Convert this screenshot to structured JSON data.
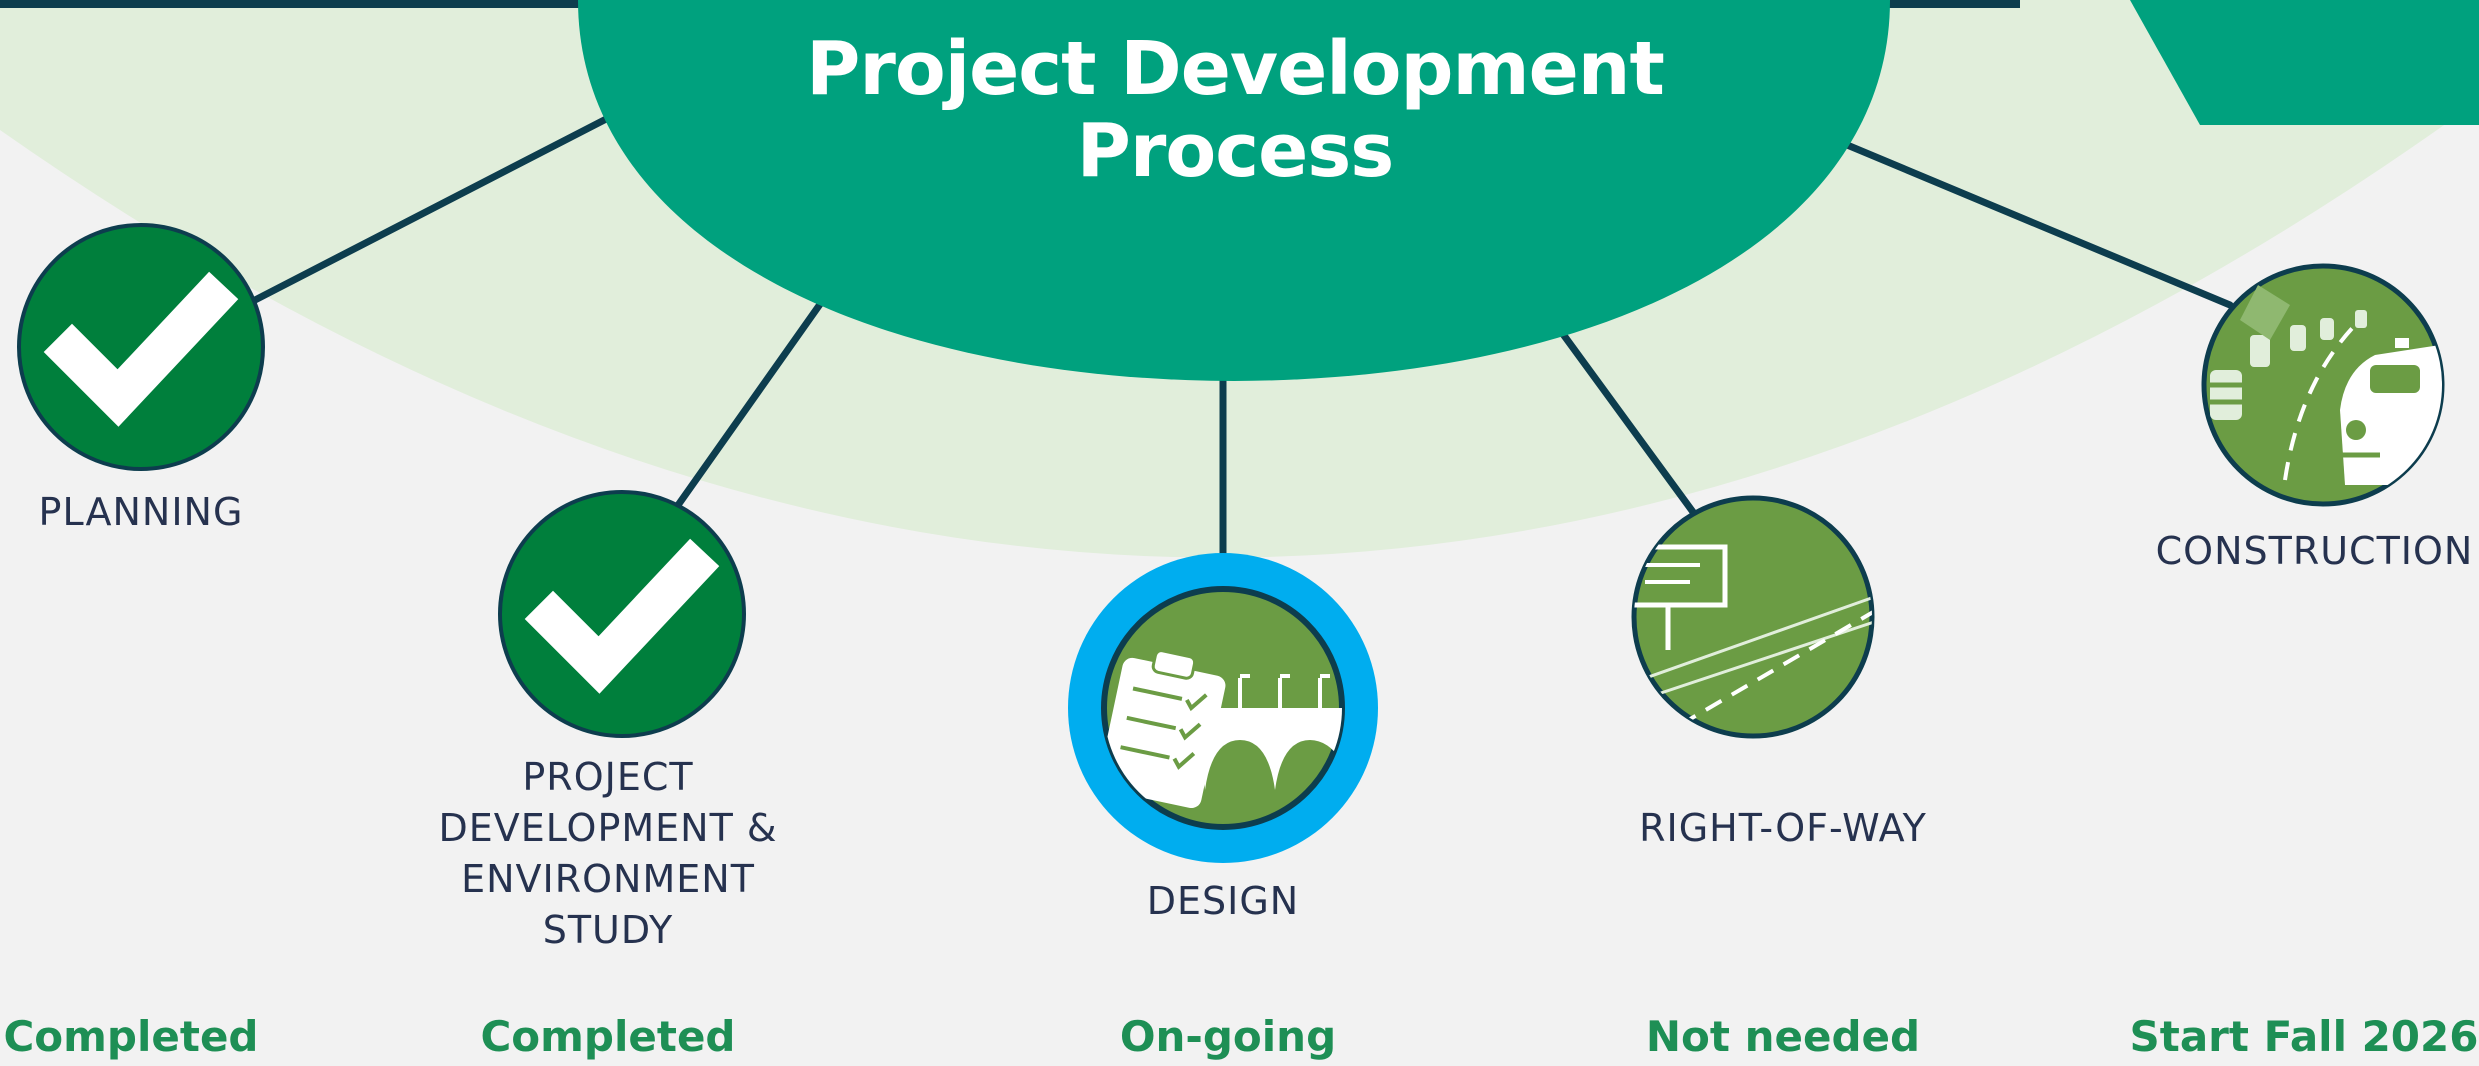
{
  "title": {
    "line1": "Project Development",
    "line2": "Process"
  },
  "stages": [
    {
      "name": "PLANNING",
      "status": "Completed",
      "icon": "checkmark-icon"
    },
    {
      "name_lines": [
        "PROJECT",
        "DEVELOPMENT &",
        "ENVIRONMENT",
        "STUDY"
      ],
      "status": "Completed",
      "icon": "checkmark-icon"
    },
    {
      "name": "DESIGN",
      "status": "On-going",
      "icon": "clipboard-bridge-icon",
      "current": true
    },
    {
      "name": "RIGHT-OF-WAY",
      "status": "Not needed",
      "icon": "road-sign-icon"
    },
    {
      "name": "CONSTRUCTION",
      "status": "Start Fall 2026",
      "icon": "construction-car-icon"
    }
  ],
  "colors": {
    "hub": "#00a17e",
    "arc": "#e1eedb",
    "completed_circle": "#007f3c",
    "stage_circle": "#6b9c44",
    "current_ring": "#00adef",
    "connector": "#0d3d4e",
    "label": "#26324f",
    "status": "#1e8f55"
  }
}
